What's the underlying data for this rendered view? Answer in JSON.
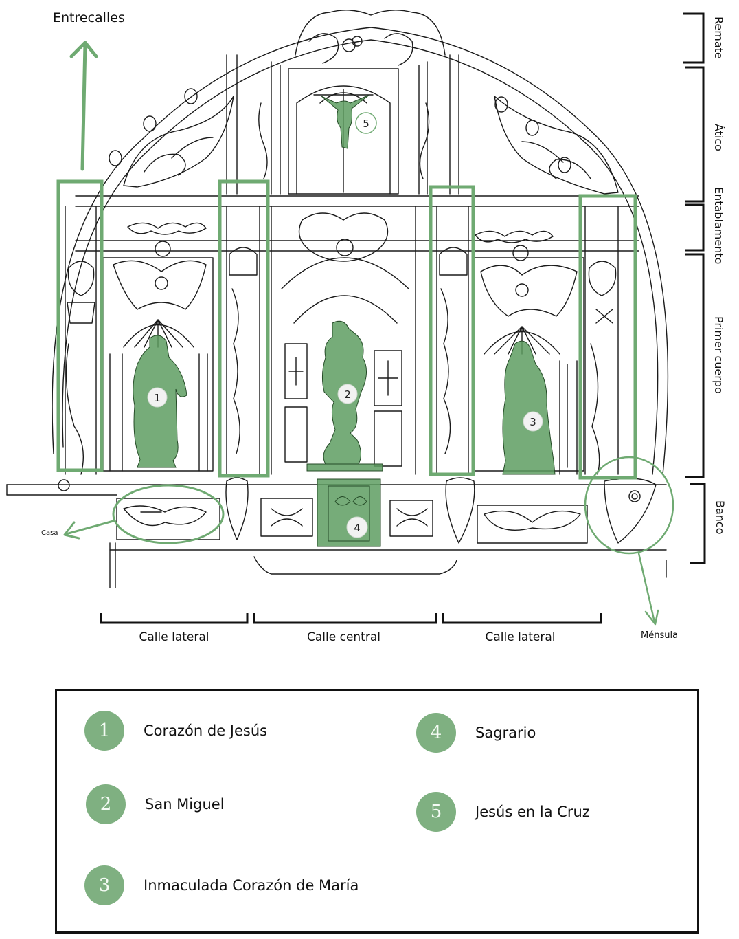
{
  "title": "Retablo — esquema de partes",
  "colors": {
    "accent_green": "#6faa72",
    "marker_fill": "#7fb081",
    "line": "#1a1a1a",
    "highlight_fill": "#5e9e62"
  },
  "annotations": {
    "entrecalles": "Entrecalles",
    "casa": "Casa",
    "mensula": "Ménsula"
  },
  "vertical_sections": [
    {
      "label": "Remate"
    },
    {
      "label": "Ático"
    },
    {
      "label": "Entablamento"
    },
    {
      "label": "Primer cuerpo"
    },
    {
      "label": "Banco"
    }
  ],
  "calles": [
    {
      "label": "Calle lateral"
    },
    {
      "label": "Calle central"
    },
    {
      "label": "Calle lateral"
    }
  ],
  "markers": [
    {
      "num": "1"
    },
    {
      "num": "2"
    },
    {
      "num": "3"
    },
    {
      "num": "4"
    },
    {
      "num": "5"
    }
  ],
  "legend": [
    {
      "num": "1",
      "label": "Corazón de Jesús"
    },
    {
      "num": "2",
      "label": "San Miguel"
    },
    {
      "num": "3",
      "label": "Inmaculada Corazón de María"
    },
    {
      "num": "4",
      "label": "Sagrario"
    },
    {
      "num": "5",
      "label": "Jesús en la Cruz"
    }
  ]
}
